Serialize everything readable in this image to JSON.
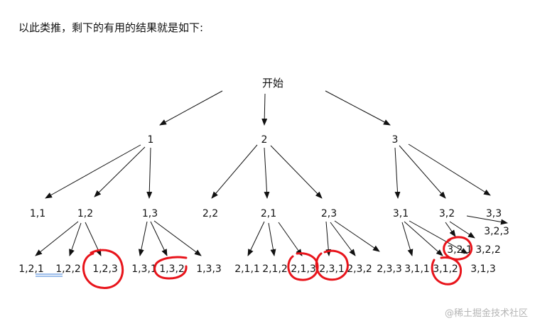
{
  "caption": "以此类推，剩下的有用的结果就是如下:",
  "watermark": "@稀土掘金技术社区",
  "root": "开始",
  "level1": [
    "1",
    "2",
    "3"
  ],
  "level2": [
    "1,1",
    "1,2",
    "1,3",
    "2,2",
    "2,1",
    "2,3",
    "3,1",
    "3,2",
    "3,3"
  ],
  "level3_row1": [
    "3,2,3"
  ],
  "level3_row2": [
    "3,2,1",
    "3,2,2"
  ],
  "level3_row3": [
    "1,2,1",
    "1,2,2",
    "1,2,3",
    "1,3,1",
    "1,3,2",
    "1,3,3",
    "2,1,1",
    "2,1,2",
    "2,1,3",
    "2,3,1",
    "2,3,2",
    "2,3,3",
    "3,1,1",
    "3,1,2",
    "3,1,3"
  ],
  "highlight_color": "#e8141b",
  "arrow_color": "#111111"
}
